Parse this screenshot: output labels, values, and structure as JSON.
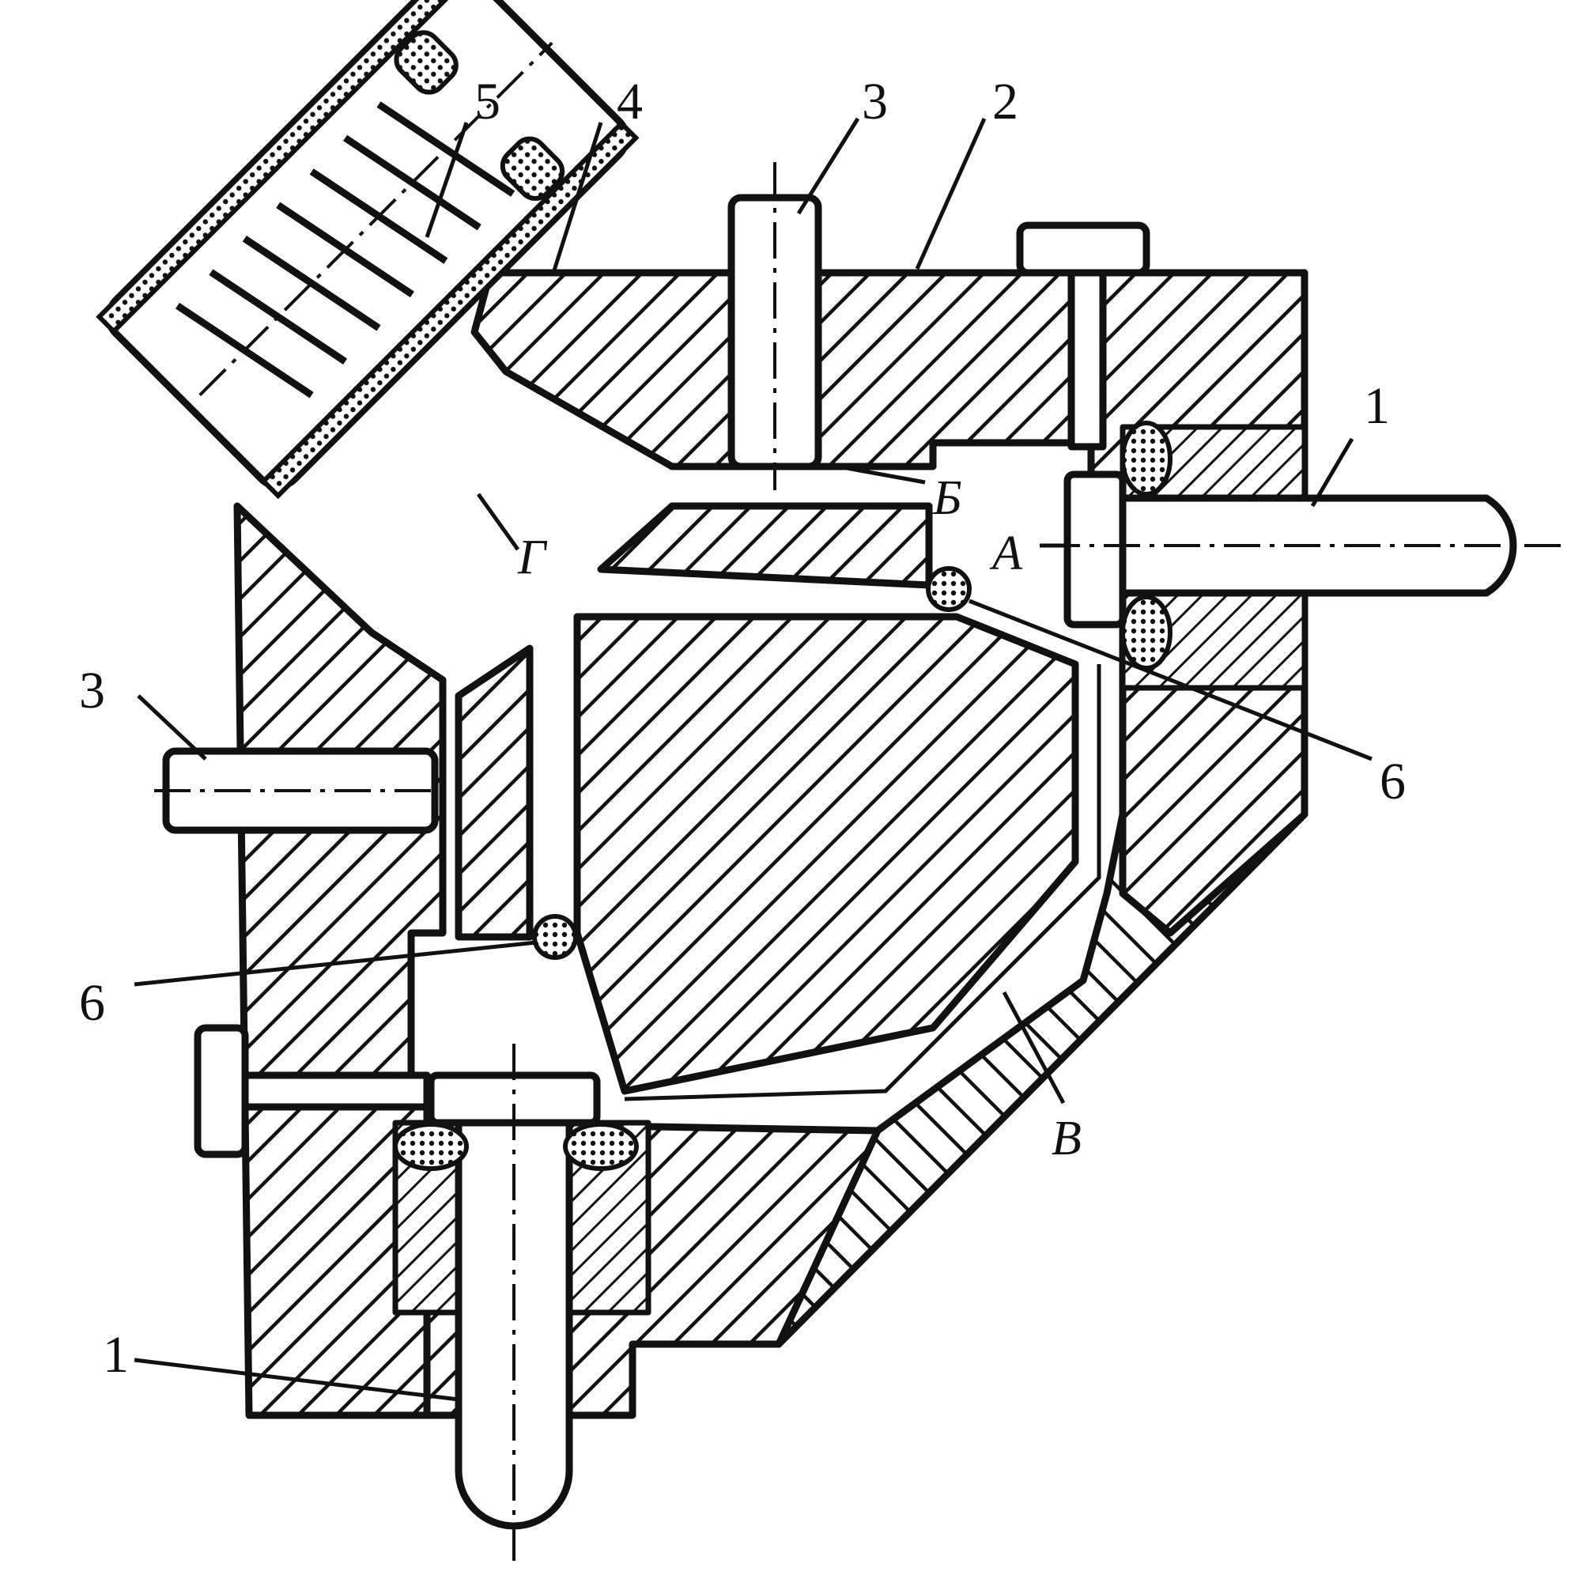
{
  "callouts": {
    "c5": "5",
    "c4": "4",
    "c3_top": "3",
    "c2": "2",
    "c1_right": "1",
    "c3_left": "3",
    "c6_right": "6",
    "c6_left": "6",
    "c1_bottom": "1"
  },
  "letters": {
    "b": "Б",
    "a": "А",
    "g": "Г",
    "v": "В"
  }
}
